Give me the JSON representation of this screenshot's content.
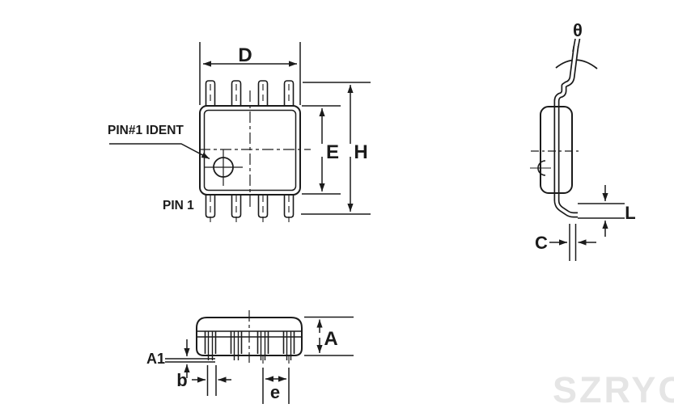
{
  "drawing": {
    "type": "mechanical-package-outline-drawing",
    "colors": {
      "line": "#1b1b1b",
      "background": "#ffffff",
      "watermark": "#e5e5e5"
    },
    "top_view": {
      "width_label": "D",
      "body_span_label": "E",
      "overall_span_label": "H",
      "pin1_ident_label": "PIN#1 IDENT",
      "pin1_label": "PIN 1"
    },
    "side_view": {
      "lead_angle_label": "θ",
      "foot_length_label": "L",
      "lead_thickness_label": "C"
    },
    "front_view": {
      "height_label": "A",
      "standoff_label": "A1",
      "lead_width_label": "b",
      "lead_pitch_label": "e"
    },
    "watermark": "SZRYC"
  }
}
